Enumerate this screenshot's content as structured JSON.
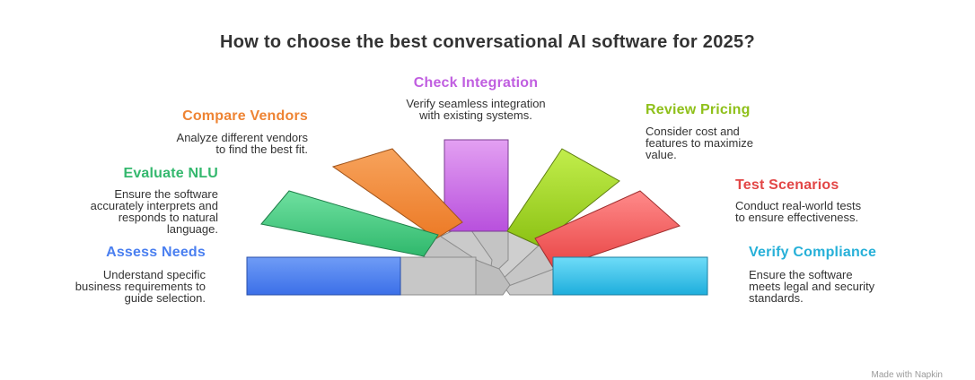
{
  "title": "How to choose the best conversational AI software for 2025?",
  "colors": {
    "assess": "#4a7ff0",
    "evaluate": "#3cc77d",
    "compare": "#f0883a",
    "check": "#c468e6",
    "review": "#94c91e",
    "test": "#ec4d4d",
    "verify": "#2fb8e0",
    "hub": "#c6c6c6"
  },
  "steps": {
    "assess": {
      "heading": "Assess Needs",
      "desc": "Understand specific\nbusiness requirements to\nguide selection."
    },
    "evaluate": {
      "heading": "Evaluate NLU",
      "desc": "Ensure the software\naccurately interprets and\nresponds to natural\nlanguage."
    },
    "compare": {
      "heading": "Compare Vendors",
      "desc": "Analyze different vendors\nto find the best fit."
    },
    "check": {
      "heading": "Check Integration",
      "desc": "Verify seamless integration\nwith existing systems."
    },
    "review": {
      "heading": "Review Pricing",
      "desc": "Consider cost and\nfeatures to maximize\nvalue."
    },
    "test": {
      "heading": "Test Scenarios",
      "desc": "Conduct real-world tests\nto ensure effectiveness."
    },
    "verify": {
      "heading": "Verify Compliance",
      "desc": "Ensure the software\nmeets legal and security\nstandards."
    }
  },
  "watermark": "Made with Napkin"
}
